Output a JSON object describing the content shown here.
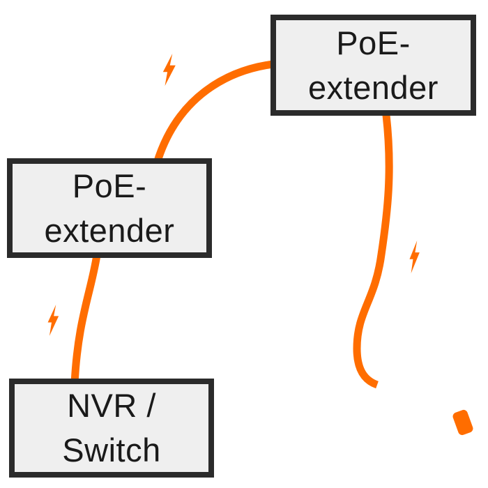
{
  "colors": {
    "background": "#ffffff",
    "accent": "#FF6D00",
    "box_fill": "#EFEFEF",
    "box_border": "#2B2B2B",
    "text": "#1A1A1A"
  },
  "nodes": [
    {
      "id": "poe-extender-remote",
      "lines": [
        "PoE-",
        "extender"
      ]
    },
    {
      "id": "poe-extender-local",
      "lines": [
        "PoE-",
        "extender"
      ]
    },
    {
      "id": "nvr-switch",
      "lines": [
        "NVR /",
        "Switch"
      ]
    }
  ],
  "icons": {
    "lightning_bolt": "⚡",
    "lightning_bolt_count": 3,
    "cable_plug": "rj45-plug"
  }
}
